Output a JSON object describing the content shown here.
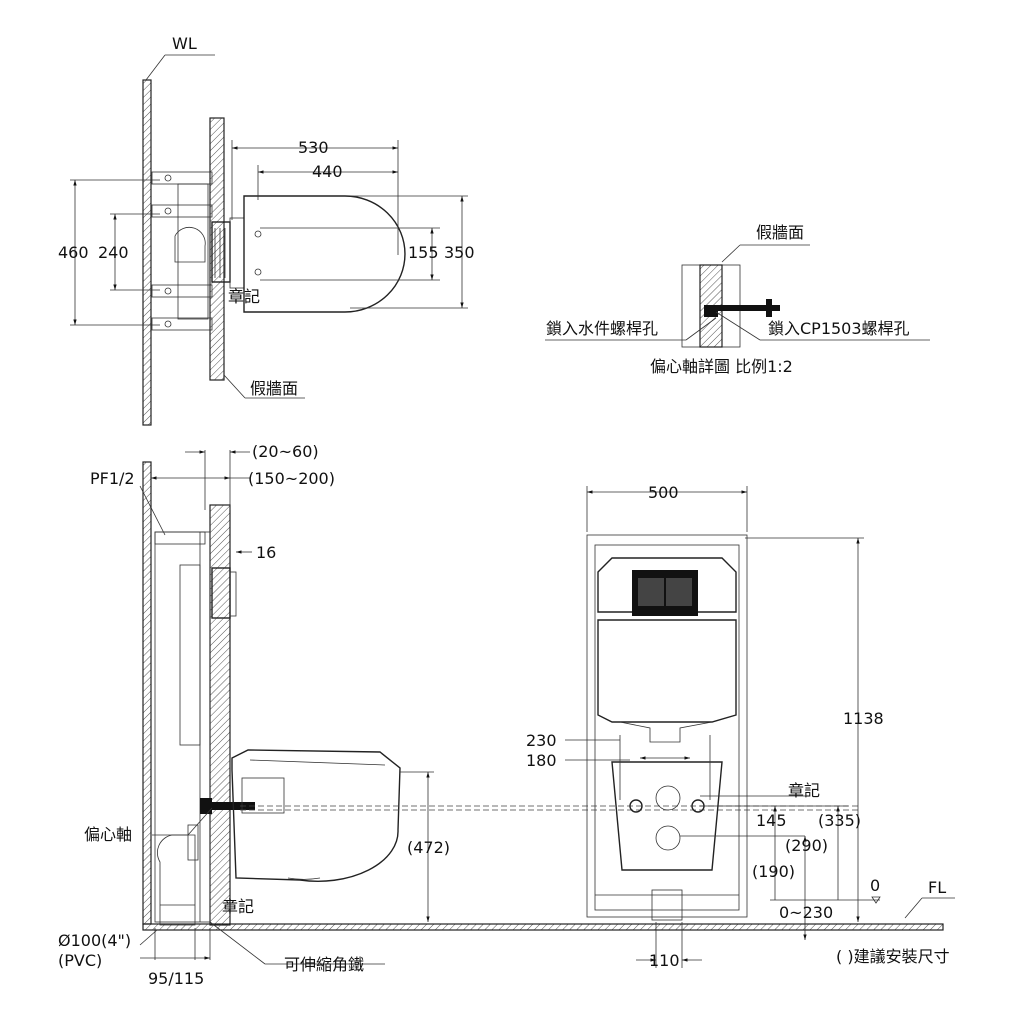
{
  "top_view": {
    "wl": "WL",
    "d530": "530",
    "d440": "440",
    "d460": "460",
    "d240": "240",
    "d155": "155",
    "d350": "350",
    "stamp": "章記",
    "false_wall": "假牆面"
  },
  "detail": {
    "false_wall": "假牆面",
    "left_label": "鎖入水件螺桿孔",
    "right_label": "鎖入CP1503螺桿孔",
    "caption": "偏心軸詳圖 比例1:2"
  },
  "side_view": {
    "d20_60": "(20~60)",
    "d150_200": "(150~200)",
    "pf": "PF1/2",
    "d16": "16",
    "eccentric": "偏心軸",
    "d472": "(472)",
    "stamp": "章記",
    "pipe": "Ø100(4\")",
    "pvc": "(PVC)",
    "d95_115": "95/115",
    "angle_iron": "可伸縮角鐵"
  },
  "front_view": {
    "d500": "500",
    "d1138": "1138",
    "d230": "230",
    "d180": "180",
    "stamp": "章記",
    "d145": "145",
    "d335": "(335)",
    "d290": "(290)",
    "d190": "(190)",
    "zero": "0",
    "fl": "FL",
    "d0_230": "0~230",
    "d110": "110",
    "note": "( )建議安裝尺寸"
  }
}
